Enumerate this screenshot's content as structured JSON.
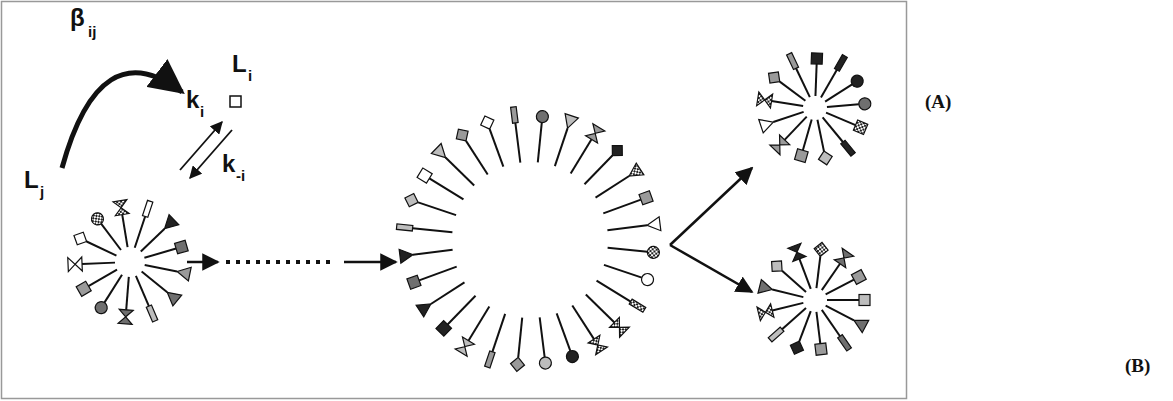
{
  "diagram": {
    "labels": [
      "β",
      "ij",
      "L",
      "i",
      "k",
      "i",
      "k",
      "-i",
      "L",
      "j",
      "(A)",
      "(B)"
    ]
  }
}
